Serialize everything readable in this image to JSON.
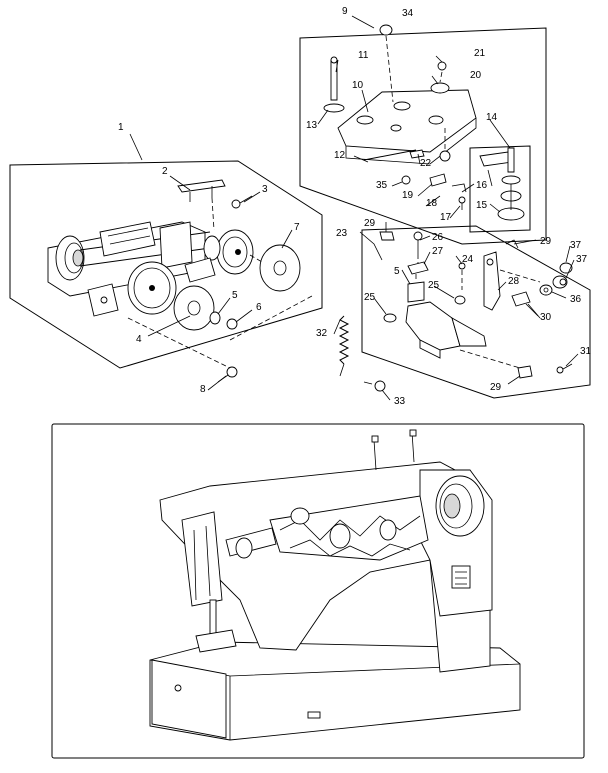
{
  "callouts": [
    "1",
    "2",
    "3",
    "4",
    "5",
    "6",
    "7",
    "8",
    "9",
    "34",
    "11",
    "21",
    "10",
    "20",
    "13",
    "14",
    "12",
    "22",
    "35",
    "19",
    "16",
    "18",
    "17",
    "15",
    "23",
    "29",
    "26",
    "27",
    "24",
    "29",
    "37",
    "37",
    "5",
    "25",
    "25",
    "28",
    "36",
    "30",
    "32",
    "31",
    "29",
    "33"
  ]
}
